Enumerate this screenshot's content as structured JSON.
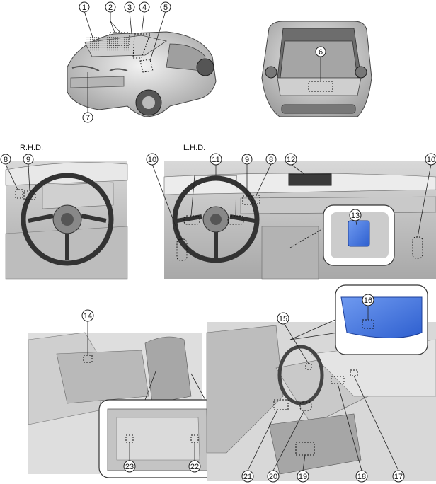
{
  "labels": {
    "rhd": "R.H.D.",
    "lhd": "L.H.D."
  },
  "callouts": {
    "c1": "1",
    "c2": "2",
    "c3": "3",
    "c4": "4",
    "c5": "5",
    "c6": "6",
    "c7": "7",
    "c8a": "8",
    "c9a": "9",
    "c10a": "10",
    "c11": "11",
    "c9b": "9",
    "c8b": "8",
    "c12": "12",
    "c10b": "10",
    "c13": "13",
    "c14": "14",
    "c15": "15",
    "c16": "16",
    "c17": "17",
    "c18": "18",
    "c19": "19",
    "c20": "20",
    "c21": "21",
    "c22": "22",
    "c23": "23"
  },
  "colors": {
    "line": "#222222",
    "fill_light": "#e2e2e2",
    "fill_mid": "#bdbdbd",
    "fill_dark": "#8f8f8f",
    "highlight_blue": "#3b6fd8"
  }
}
